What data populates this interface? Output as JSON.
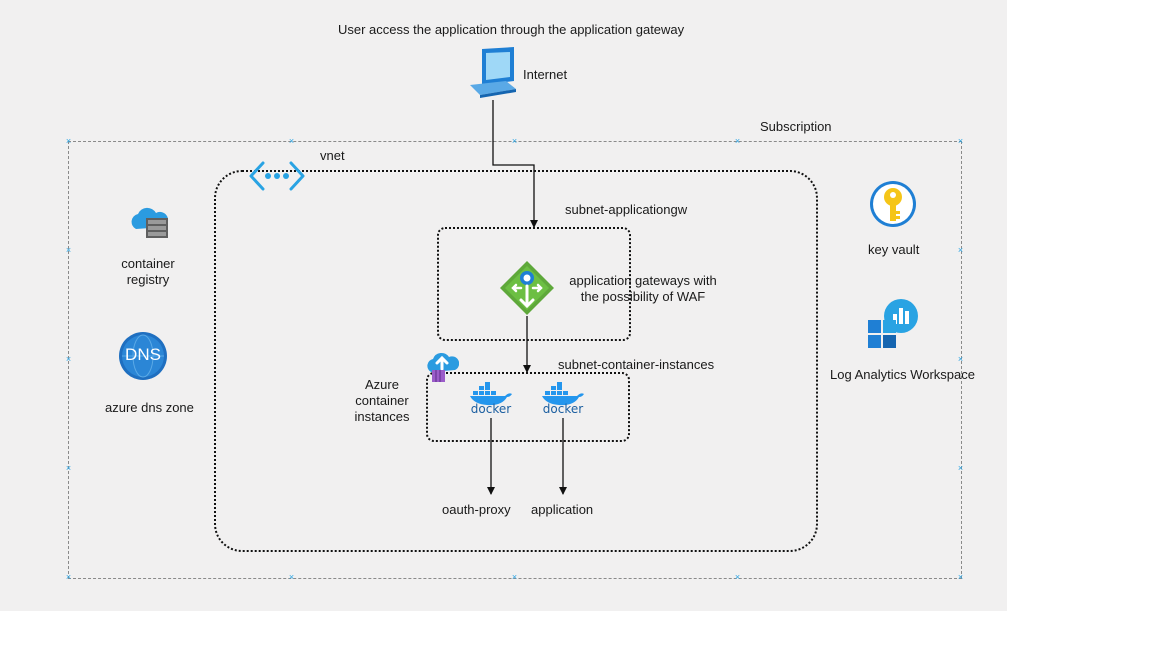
{
  "diagram": {
    "title": "User access the application through the application gateway",
    "nodes": {
      "internet": "Internet",
      "subscription": "Subscription",
      "vnet": "vnet",
      "subnet_appgw": "subnet-applicationgw",
      "appgw": "application gateways with\nthe possibility of WAF",
      "subnet_ci": "subnet-container-instances",
      "aci": "Azure\ncontainer\ninstances",
      "docker1": "docker",
      "docker2": "docker",
      "oauth_proxy": "oauth-proxy",
      "application": "application",
      "container_registry": "container\nregistry",
      "dns_zone": "azure dns zone",
      "dns_badge": "DNS",
      "key_vault": "key vault",
      "log_analytics": "Log Analytics Workspace"
    },
    "edges": [
      {
        "from": "internet",
        "to": "appgw"
      },
      {
        "from": "appgw",
        "to": "subnet_ci"
      },
      {
        "from": "docker1",
        "to": "oauth_proxy"
      },
      {
        "from": "docker2",
        "to": "application"
      }
    ],
    "colors": {
      "canvas": "#f1f0f0",
      "selection": "#29a3e3",
      "appgw_green": "#5ea83a",
      "azure_blue": "#1f7fd4",
      "docker_blue": "#2496ed",
      "keyvault_yellow": "#f5c518"
    },
    "icons": {
      "internet": "laptop-icon",
      "vnet": "vnet-icon",
      "appgw": "application-gateway-icon",
      "aci": "container-instances-icon",
      "docker": "docker-icon",
      "registry": "container-registry-icon",
      "dns": "dns-zone-icon",
      "keyvault": "key-vault-icon",
      "log_analytics": "log-analytics-icon"
    }
  }
}
